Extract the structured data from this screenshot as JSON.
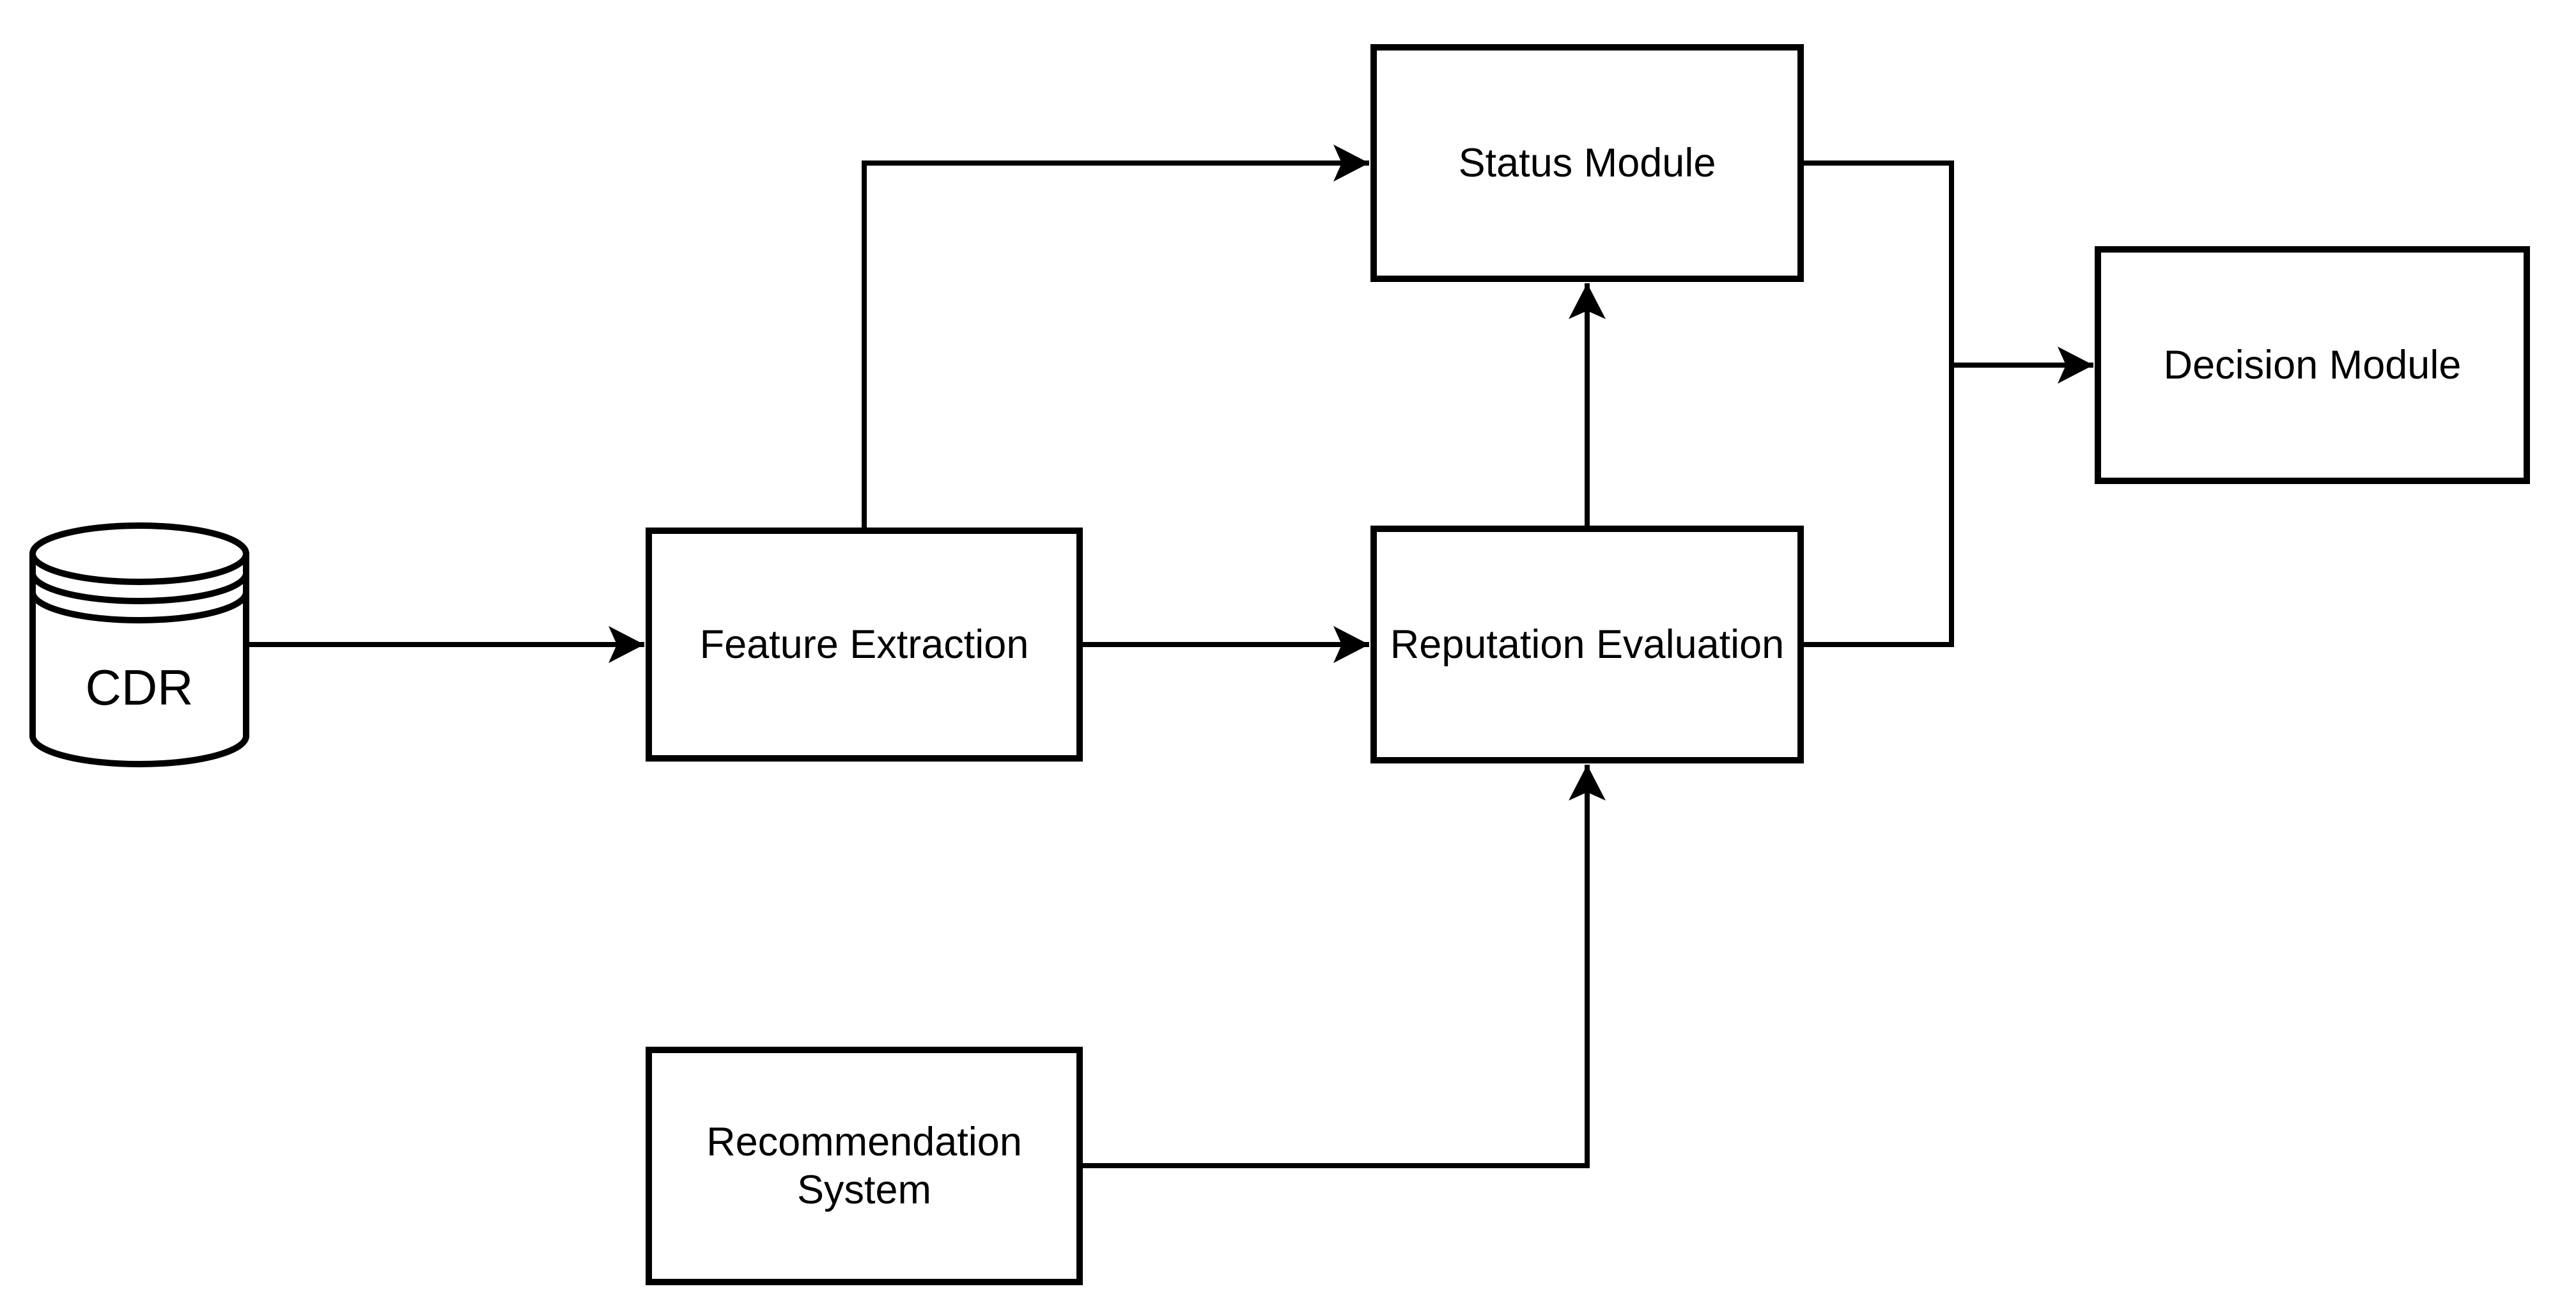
{
  "diagram": {
    "colors": {
      "line": "#000000",
      "background": "#ffffff"
    },
    "nodes": {
      "cdr": {
        "label": "CDR",
        "shape": "cylinder"
      },
      "feature_extraction": {
        "label": "Feature Extraction",
        "shape": "rectangle"
      },
      "status_module": {
        "label": "Status Module",
        "shape": "rectangle"
      },
      "reputation_evaluation": {
        "label": "Reputation Evaluation",
        "shape": "rectangle"
      },
      "decision_module": {
        "label": "Decision Module",
        "shape": "rectangle"
      },
      "recommendation_system": {
        "label": "Recommendation System",
        "shape": "rectangle"
      }
    },
    "edges": [
      {
        "from": "cdr",
        "to": "feature_extraction",
        "arrow": true
      },
      {
        "from": "feature_extraction",
        "to": "status_module",
        "arrow": true
      },
      {
        "from": "feature_extraction",
        "to": "reputation_evaluation",
        "arrow": true
      },
      {
        "from": "reputation_evaluation",
        "to": "status_module",
        "arrow": true
      },
      {
        "from": "status_module",
        "to": "decision_module",
        "arrow": true
      },
      {
        "from": "reputation_evaluation",
        "to": "decision_module",
        "arrow": true
      },
      {
        "from": "recommendation_system",
        "to": "reputation_evaluation",
        "arrow": true
      }
    ]
  }
}
